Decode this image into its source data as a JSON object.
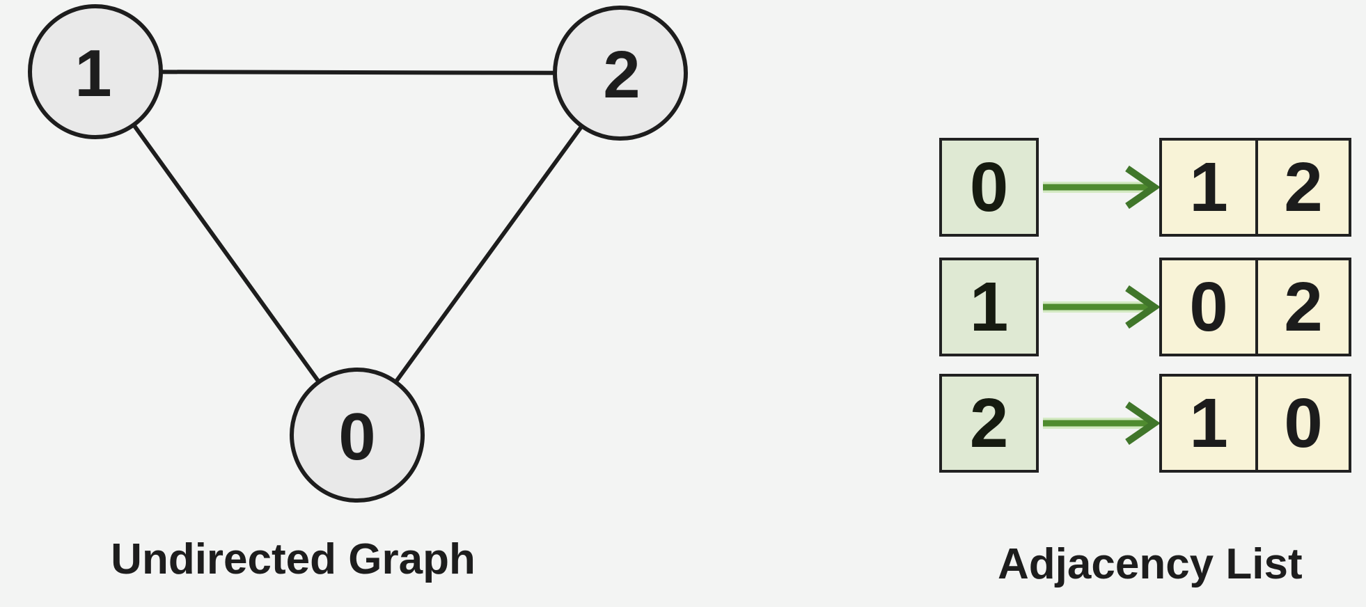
{
  "diagram": {
    "left_title": "Undirected Graph",
    "right_title": "Adjacency List"
  },
  "graph": {
    "nodes": [
      {
        "id": "1"
      },
      {
        "id": "2"
      },
      {
        "id": "0"
      }
    ],
    "edges": [
      {
        "from": "1",
        "to": "2"
      },
      {
        "from": "1",
        "to": "0"
      },
      {
        "from": "2",
        "to": "0"
      }
    ]
  },
  "adjacency": {
    "rows": [
      {
        "key": "0",
        "values": [
          "1",
          "2"
        ]
      },
      {
        "key": "1",
        "values": [
          "0",
          "2"
        ]
      },
      {
        "key": "2",
        "values": [
          "1",
          "0"
        ]
      }
    ]
  },
  "colors": {
    "background": "#f3f4f3",
    "node_fill": "#e9e9e9",
    "outline": "#1d1d1d",
    "key_box_fill": "#dfe9d3",
    "value_cell_fill": "#f8f3d7",
    "arrow_green": "#4f8b2f"
  }
}
